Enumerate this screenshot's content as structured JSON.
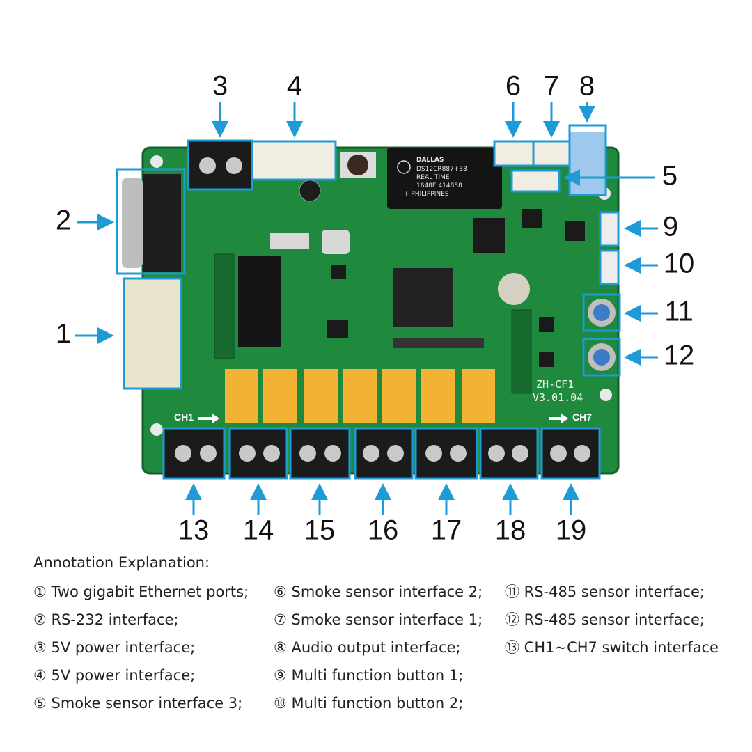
{
  "board": {
    "model": "ZH-CF1",
    "version": "V3.01.04",
    "ch_start": "CH1",
    "ch_end": "CH7",
    "rtc_lines": [
      "DALLAS",
      "DS12CR887+33",
      "REAL TIME",
      "1648E 414858",
      "+    PHILIPPINES"
    ],
    "colors": {
      "pcb": "#1f8a3d",
      "pcb_dark": "#176b2f",
      "callout": "#1e9bd7",
      "relay": "#f2b233",
      "terminal": "#1b1b1b",
      "silver": "#c9c9c9"
    }
  },
  "callouts": [
    {
      "n": "1"
    },
    {
      "n": "2"
    },
    {
      "n": "3"
    },
    {
      "n": "4"
    },
    {
      "n": "5"
    },
    {
      "n": "6"
    },
    {
      "n": "7"
    },
    {
      "n": "8"
    },
    {
      "n": "9"
    },
    {
      "n": "10"
    },
    {
      "n": "11"
    },
    {
      "n": "12"
    },
    {
      "n": "13"
    },
    {
      "n": "14"
    },
    {
      "n": "15"
    },
    {
      "n": "16"
    },
    {
      "n": "17"
    },
    {
      "n": "18"
    },
    {
      "n": "19"
    }
  ],
  "legend": {
    "title": "Annotation Explanation:",
    "columns": [
      [
        "① Two gigabit Ethernet ports;",
        "② RS-232 interface;",
        "③ 5V power interface;",
        "④ 5V power interface;",
        "⑤ Smoke sensor interface 3;"
      ],
      [
        "⑥ Smoke sensor interface 2;",
        "⑦ Smoke sensor interface 1;",
        "⑧ Audio output interface;",
        "⑨ Multi function button 1;",
        "⑩ Multi function button 2;"
      ],
      [
        "⑪ RS-485 sensor interface;",
        "⑫ RS-485 sensor interface;",
        "⑬ CH1~CH7 switch interface"
      ]
    ]
  }
}
